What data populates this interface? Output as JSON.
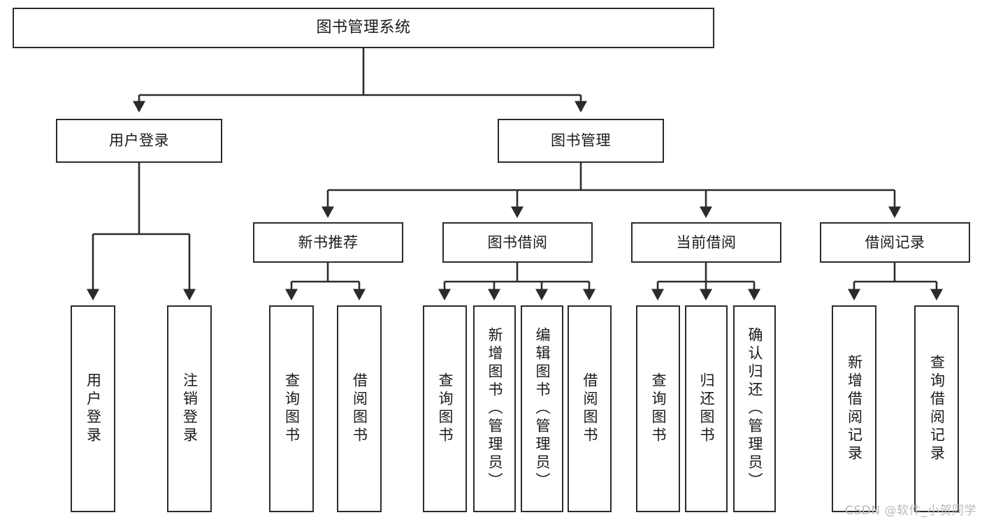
{
  "diagram": {
    "title": "图书管理系统",
    "type": "tree",
    "colors": {
      "box_border": "#2b2b2b",
      "box_fill": "#ffffff",
      "line": "#2b2b2b",
      "background": "#ffffff",
      "watermark": "#b9b9b9"
    },
    "root": {
      "label": "图书管理系统"
    },
    "level2": [
      {
        "label": "用户登录"
      },
      {
        "label": "图书管理"
      }
    ],
    "level3": [
      {
        "label": "新书推荐"
      },
      {
        "label": "图书借阅"
      },
      {
        "label": "当前借阅"
      },
      {
        "label": "借阅记录"
      }
    ],
    "leaves": {
      "user_login": [
        {
          "label": "用户登录"
        },
        {
          "label": "注销登录"
        }
      ],
      "new_book": [
        {
          "label": "查询图书"
        },
        {
          "label": "借阅图书"
        }
      ],
      "borrow_book": [
        {
          "label": "查询图书"
        },
        {
          "label": "新增图书（管理员）"
        },
        {
          "label": "编辑图书（管理员）"
        },
        {
          "label": "借阅图书"
        }
      ],
      "current_borrow": [
        {
          "label": "查询图书"
        },
        {
          "label": "归还图书"
        },
        {
          "label": "确认归还（管理员）"
        }
      ],
      "borrow_record": [
        {
          "label": "新增借阅记录"
        },
        {
          "label": "查询借阅记录"
        }
      ]
    }
  },
  "watermark": {
    "text": "CSDN @软件_小贺同学"
  }
}
